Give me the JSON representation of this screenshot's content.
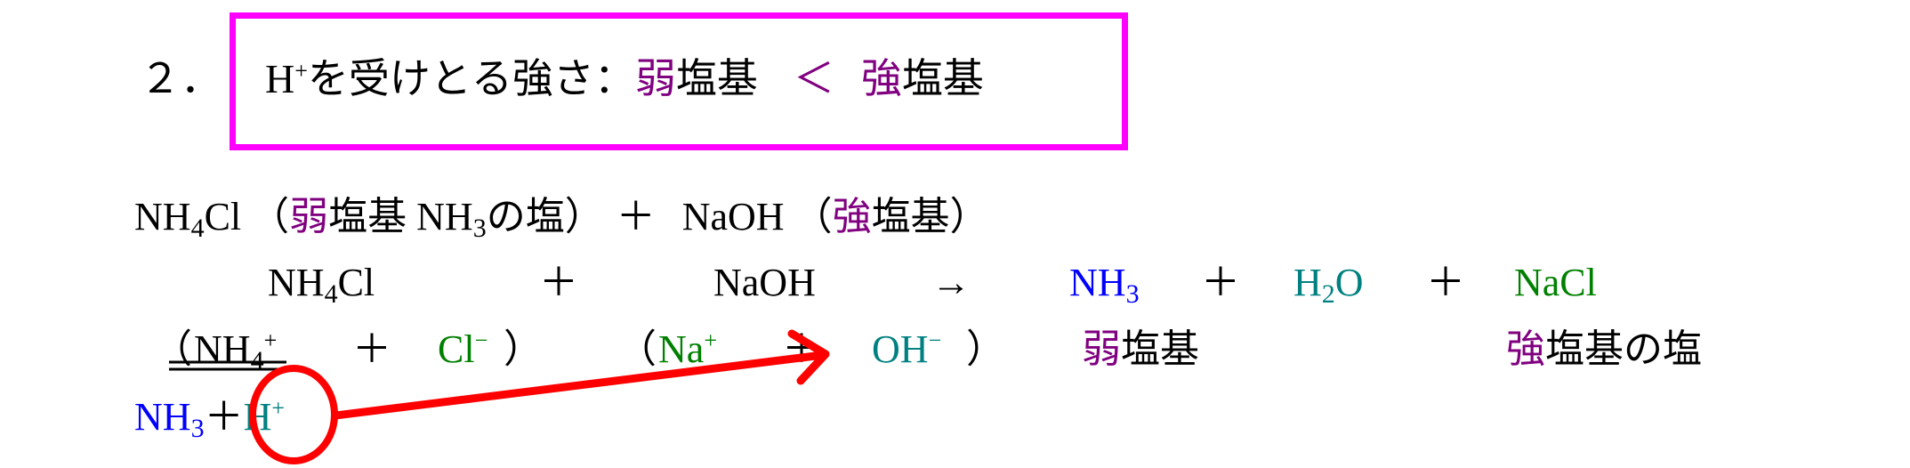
{
  "heading": {
    "number": "２．",
    "prefix": "H",
    "prefix_sup": "+",
    "text": "を受けとる強さ：",
    "weak": "弱",
    "weak_rest": "塩基",
    "less_than": "＜",
    "strong": "強",
    "strong_rest": "塩基"
  },
  "line1": {
    "a1": "NH",
    "a_sub": "4",
    "a2": "Cl",
    "paren_open": "（",
    "weak": "弱",
    "t1": "塩基 NH",
    "t1_sub": "3",
    "t2": "の塩）",
    "plus": "＋",
    "b": "NaOH",
    "b_paren_open": "（",
    "strong": "強",
    "b_rest": "塩基）"
  },
  "line2": {
    "r1a": "NH",
    "r1sub": "4",
    "r1b": "Cl",
    "plus1": "＋",
    "r2": "NaOH",
    "arrow": "→",
    "p1a": "NH",
    "p1sub": "3",
    "plus2": "＋",
    "p2a": "H",
    "p2sub": "2",
    "p2b": "O",
    "plus3": "＋",
    "p3": "NaCl"
  },
  "line3": {
    "open1": "（",
    "nh4": "NH",
    "nh4_sub": "4",
    "nh4_sup": "+",
    "plus1": "＋",
    "cl": "Cl",
    "cl_sup": "−",
    "close1": "）",
    "open2": "（",
    "na": "Na",
    "na_sup": "+",
    "plus2": "＋",
    "oh": "OH",
    "oh_sup": "−",
    "close2": "）",
    "weak": "弱",
    "weak_rest": "塩基",
    "strong": "強",
    "strong_rest": "塩基の塩"
  },
  "line4": {
    "nh3": "NH",
    "nh3_sub": "3",
    "plus": "＋",
    "h": "H",
    "h_sup": "+"
  },
  "colors": {
    "box": "#ff00ff",
    "weak_strong": "#800080",
    "ammonia": "#0000ff",
    "teal_species": "#008080",
    "green_species": "#008000",
    "annotation": "#ff0000"
  }
}
